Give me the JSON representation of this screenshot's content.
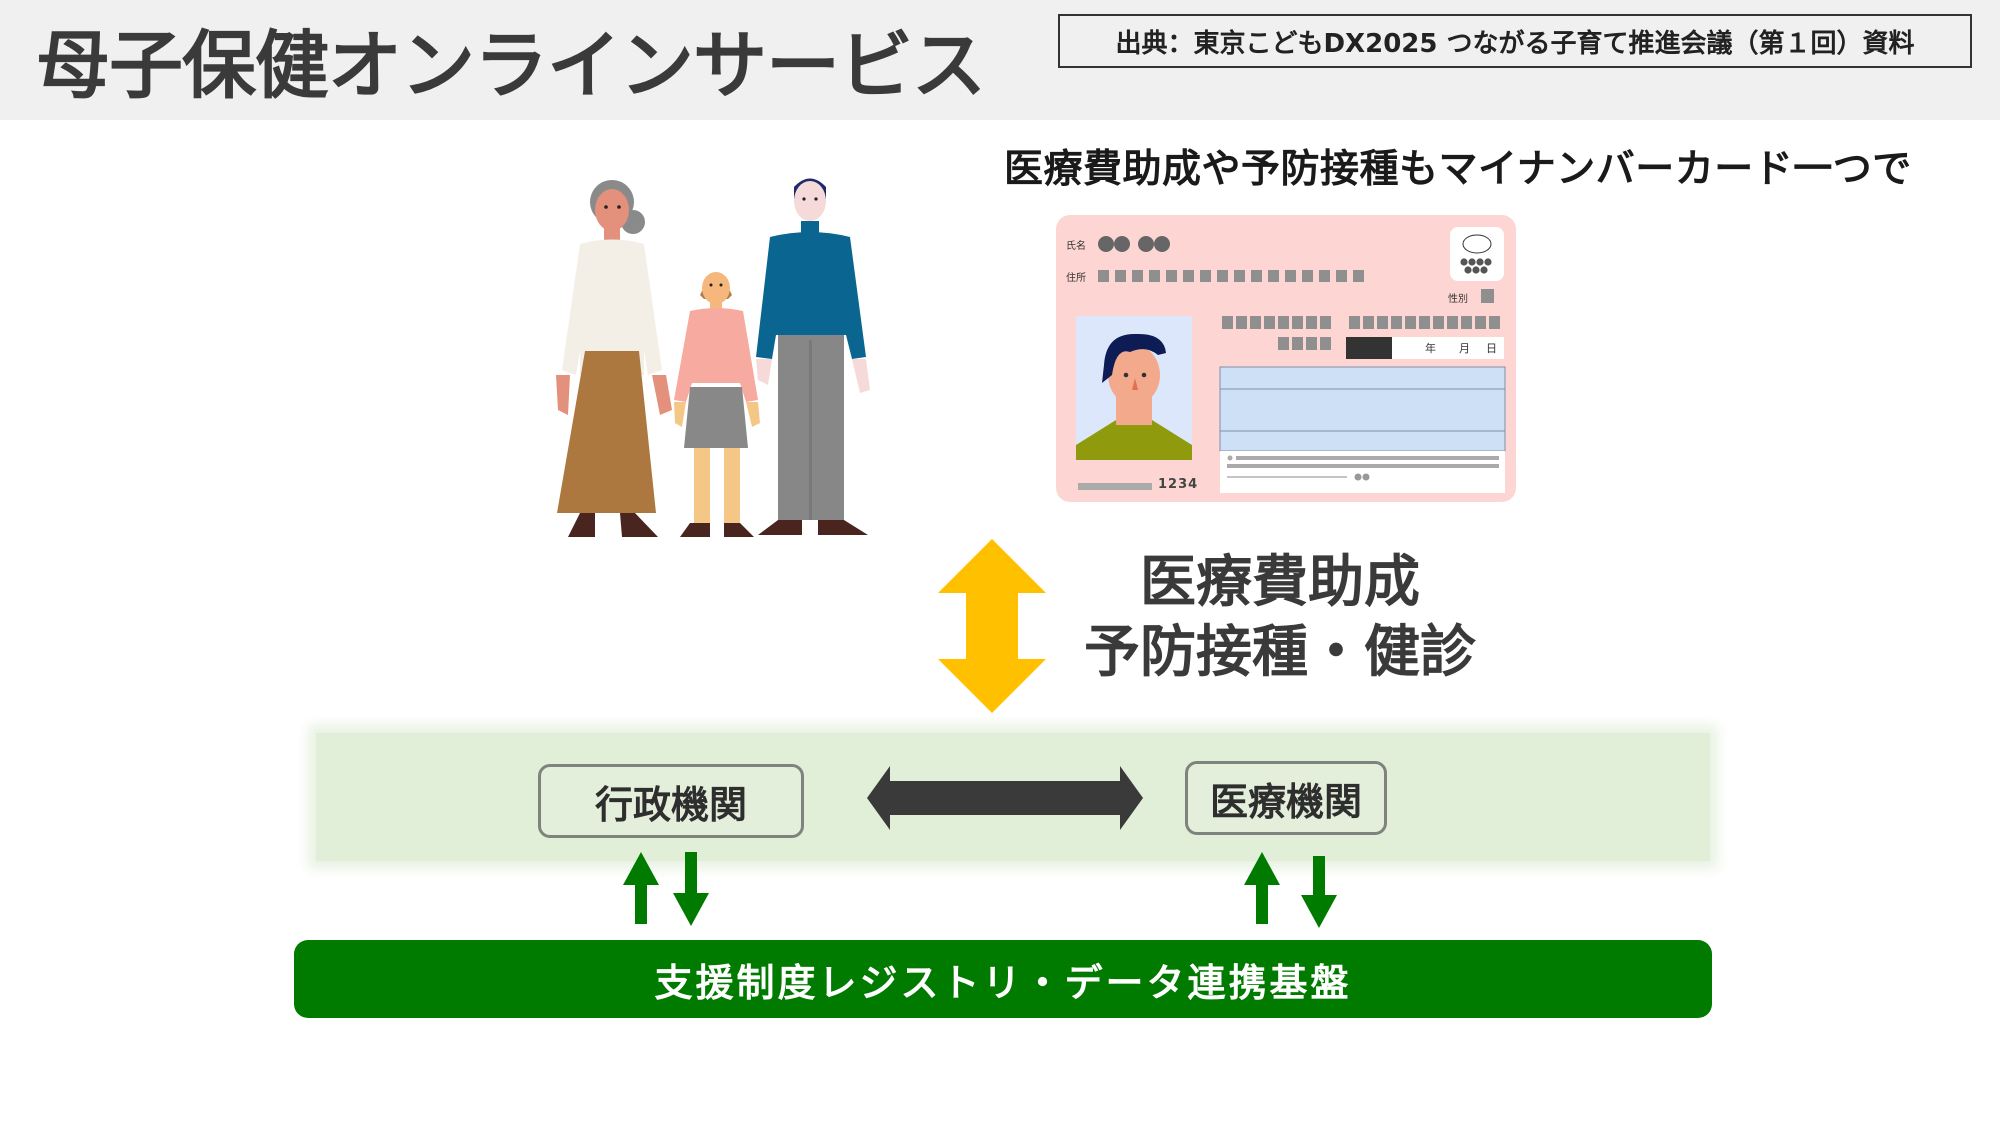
{
  "header": {
    "title": "母子保健オンラインサービス",
    "source": "出典：東京こどもDX2025 つながる子育て推進会議（第１回）資料",
    "background": "#f0f0f0"
  },
  "subtitle": "医療費助成や予防接種もマイナンバーカード一つで",
  "illustrations": {
    "family": "family-illustration",
    "card": {
      "name_label": "氏名",
      "address_label": "住所",
      "sex_label": "性別",
      "date_labels": [
        "年",
        "月",
        "日"
      ],
      "card_number": "1234",
      "background": "#fdd6d3"
    }
  },
  "exchange": {
    "services_line1": "医療費助成",
    "services_line2": "予防接種・健診",
    "arrow_color": "#ffc000"
  },
  "network": {
    "admin_label": "行政機関",
    "medical_label": "医療機関",
    "band_color": "#e1eed8",
    "arrow_color": "#3a3a3a"
  },
  "platform": {
    "label": "支援制度レジストリ・データ連携基盤",
    "color": "#007b00",
    "arrow_color": "#007b00"
  }
}
